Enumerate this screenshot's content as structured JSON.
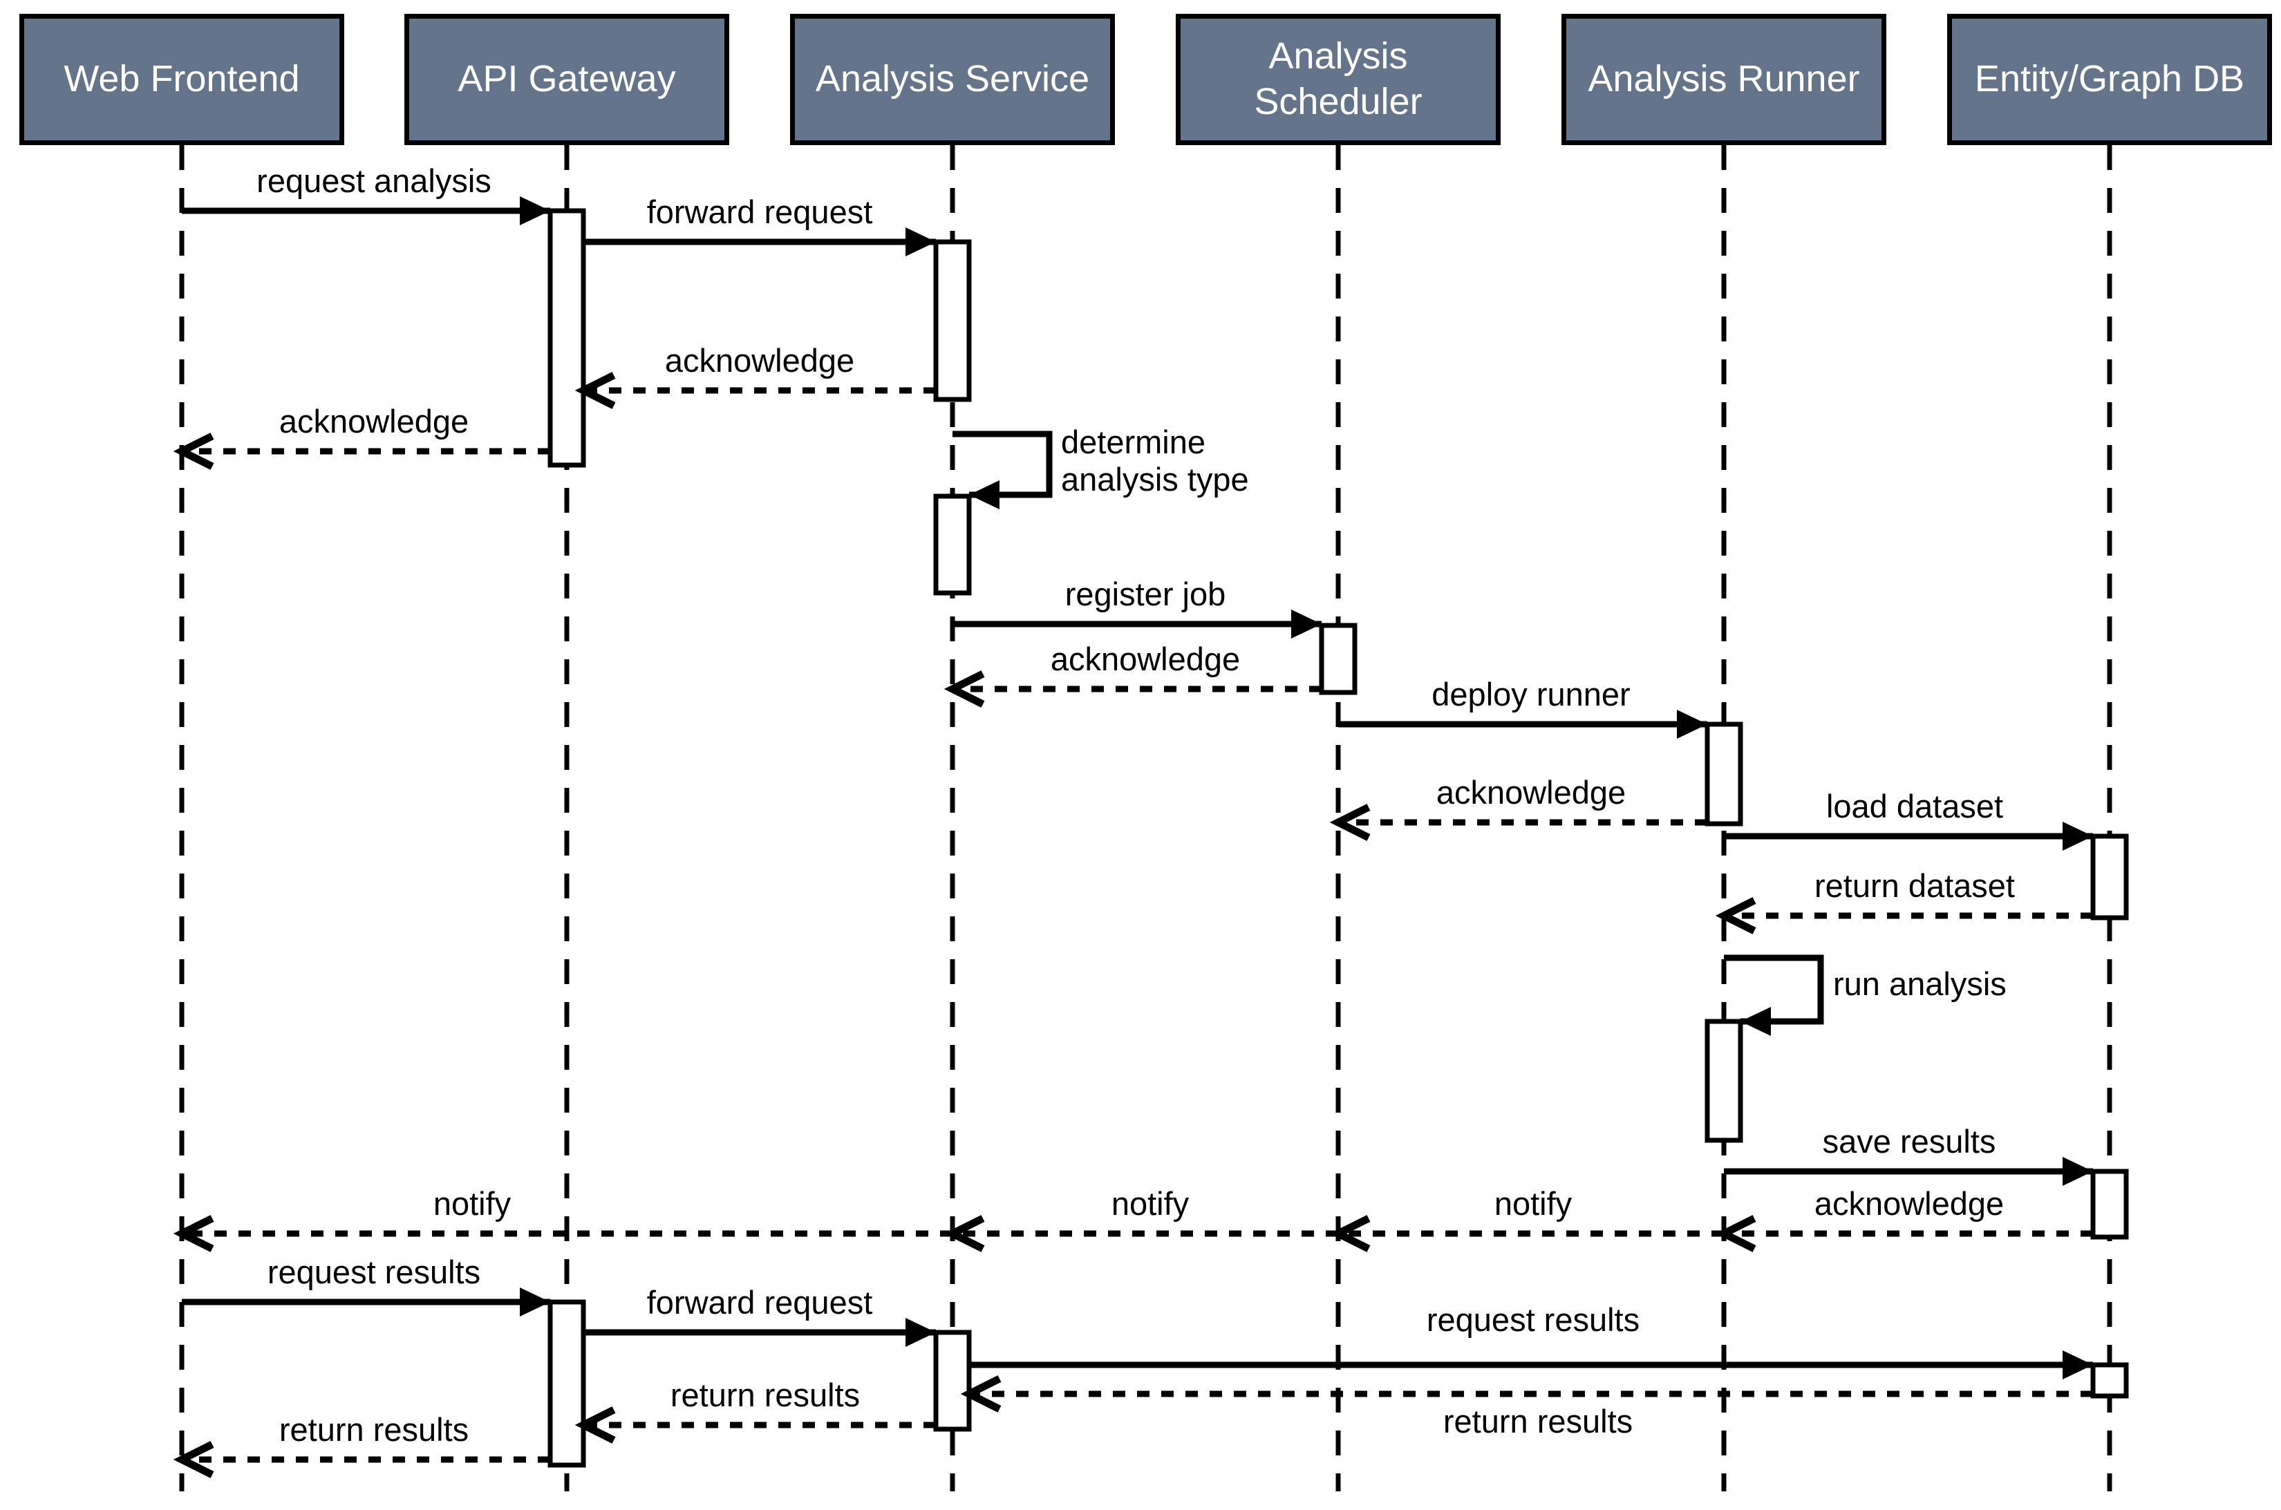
{
  "diagram": {
    "kind": "uml-sequence-diagram",
    "colors": {
      "participant_fill": "#64748B",
      "participant_text": "#FFFFFF",
      "line": "#000000",
      "background": "#FFFFFF"
    },
    "participants": [
      {
        "id": "web-frontend",
        "label": "Web Frontend"
      },
      {
        "id": "api-gateway",
        "label": "API Gateway"
      },
      {
        "id": "analysis-service",
        "label": "Analysis Service"
      },
      {
        "id": "analysis-scheduler",
        "label": "Analysis\nScheduler"
      },
      {
        "id": "analysis-runner",
        "label": "Analysis Runner"
      },
      {
        "id": "entity-graph-db",
        "label": "Entity/Graph DB"
      }
    ],
    "messages": [
      {
        "label": "request analysis",
        "from": "Web Frontend",
        "to": "API Gateway",
        "type": "sync"
      },
      {
        "label": "forward request",
        "from": "API Gateway",
        "to": "Analysis Service",
        "type": "sync"
      },
      {
        "label": "acknowledge",
        "from": "Analysis Service",
        "to": "API Gateway",
        "type": "return"
      },
      {
        "label": "acknowledge",
        "from": "API Gateway",
        "to": "Web Frontend",
        "type": "return"
      },
      {
        "label": "determine analysis type",
        "label_lines": [
          "determine",
          "analysis type"
        ],
        "from": "Analysis Service",
        "to": "Analysis Service",
        "type": "self"
      },
      {
        "label": "register job",
        "from": "Analysis Service",
        "to": "Analysis Scheduler",
        "type": "sync"
      },
      {
        "label": "acknowledge",
        "from": "Analysis Scheduler",
        "to": "Analysis Service",
        "type": "return"
      },
      {
        "label": "deploy runner",
        "from": "Analysis Scheduler",
        "to": "Analysis Runner",
        "type": "sync"
      },
      {
        "label": "acknowledge",
        "from": "Analysis Runner",
        "to": "Analysis Scheduler",
        "type": "return"
      },
      {
        "label": "load dataset",
        "from": "Analysis Runner",
        "to": "Entity/Graph DB",
        "type": "sync"
      },
      {
        "label": "return dataset",
        "from": "Entity/Graph DB",
        "to": "Analysis Runner",
        "type": "return"
      },
      {
        "label": "run analysis",
        "from": "Analysis Runner",
        "to": "Analysis Runner",
        "type": "self"
      },
      {
        "label": "save results",
        "from": "Analysis Runner",
        "to": "Entity/Graph DB",
        "type": "sync"
      },
      {
        "label": "acknowledge",
        "from": "Entity/Graph DB",
        "to": "Analysis Runner",
        "type": "return"
      },
      {
        "label": "notify",
        "from": "Analysis Runner",
        "to": "Analysis Scheduler",
        "type": "return"
      },
      {
        "label": "notify",
        "from": "Analysis Scheduler",
        "to": "Analysis Service",
        "type": "return"
      },
      {
        "label": "notify",
        "from": "Analysis Service",
        "to": "Web Frontend",
        "type": "return"
      },
      {
        "label": "request results",
        "from": "Web Frontend",
        "to": "API Gateway",
        "type": "sync"
      },
      {
        "label": "forward request",
        "from": "API Gateway",
        "to": "Analysis Service",
        "type": "sync"
      },
      {
        "label": "request results",
        "from": "Analysis Service",
        "to": "Entity/Graph DB",
        "type": "sync"
      },
      {
        "label": "return results",
        "from": "Entity/Graph DB",
        "to": "Analysis Service",
        "type": "return"
      },
      {
        "label": "return results",
        "from": "Analysis Service",
        "to": "API Gateway",
        "type": "return"
      },
      {
        "label": "return results",
        "from": "API Gateway",
        "to": "Web Frontend",
        "type": "return"
      }
    ]
  }
}
